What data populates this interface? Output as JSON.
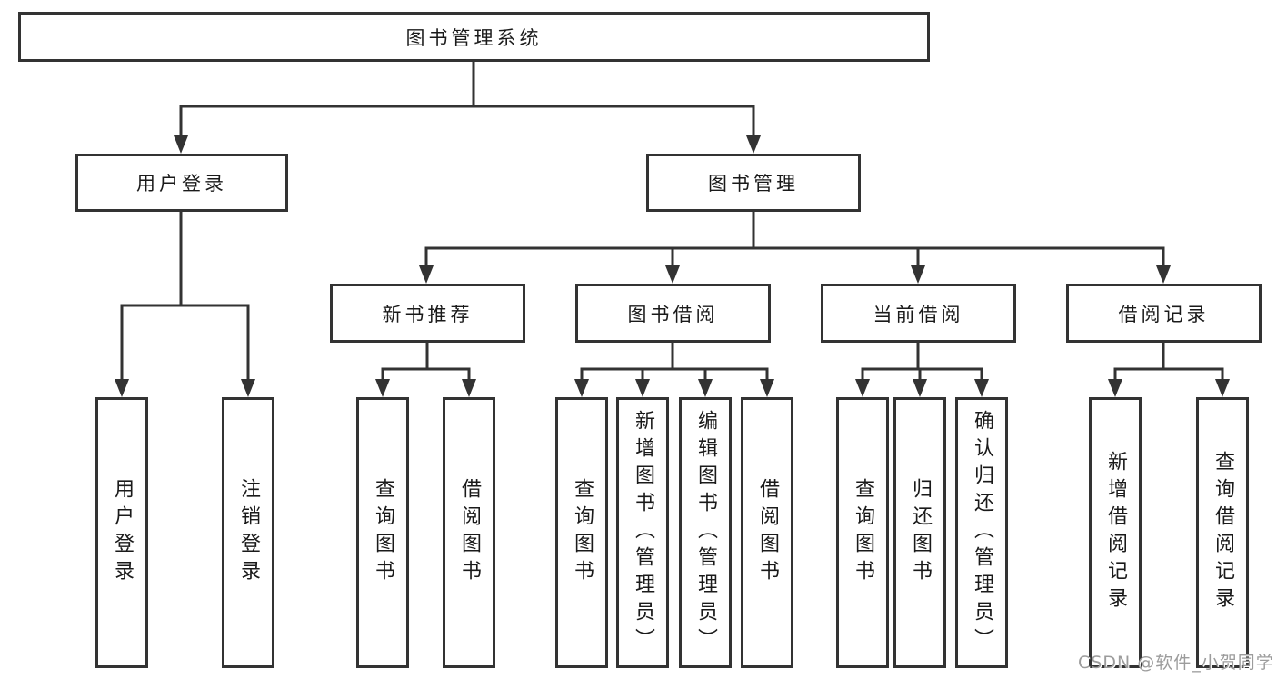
{
  "diagram": {
    "root": {
      "label": "图书管理系统"
    },
    "level2": [
      {
        "label": "用户登录"
      },
      {
        "label": "图书管理"
      }
    ],
    "level3": [
      {
        "label": "新书推荐"
      },
      {
        "label": "图书借阅"
      },
      {
        "label": "当前借阅"
      },
      {
        "label": "借阅记录"
      }
    ],
    "leaves": {
      "user_login": [
        "用户登录",
        "注销登录"
      ],
      "new_books": [
        "查询图书",
        "借阅图书"
      ],
      "book_borrow": [
        "查询图书",
        "新增图书（管理员）",
        "编辑图书（管理员）",
        "借阅图书"
      ],
      "current_borrow": [
        "查询图书",
        "归还图书",
        "确认归还（管理员）"
      ],
      "borrow_records": [
        "新增借阅记录",
        "查询借阅记录"
      ]
    }
  },
  "watermark": "CSDN @软件_小贺同学",
  "colors": {
    "line": "#333333",
    "text": "#1a1a1a",
    "background": "#ffffff",
    "watermark": "#9c9c9c"
  }
}
